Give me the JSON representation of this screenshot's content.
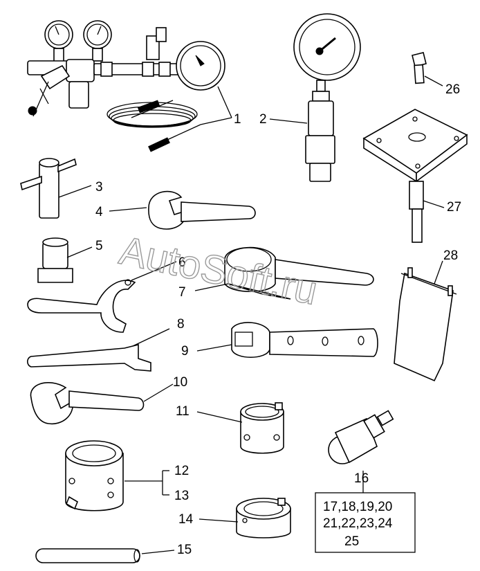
{
  "watermark": "AutoSoft.ru",
  "labels": {
    "l1": "1",
    "l2": "2",
    "l3": "3",
    "l4": "4",
    "l5": "5",
    "l6": "6",
    "l7": "7",
    "l8": "8",
    "l9": "9",
    "l10": "10",
    "l11": "11",
    "l12": "12",
    "l13": "13",
    "l14": "14",
    "l15": "15",
    "l16": "16",
    "l26": "26",
    "l27": "27",
    "l28": "28"
  },
  "box_lines": [
    "17,18,19,20",
    "21,22,23,24",
    "25"
  ]
}
